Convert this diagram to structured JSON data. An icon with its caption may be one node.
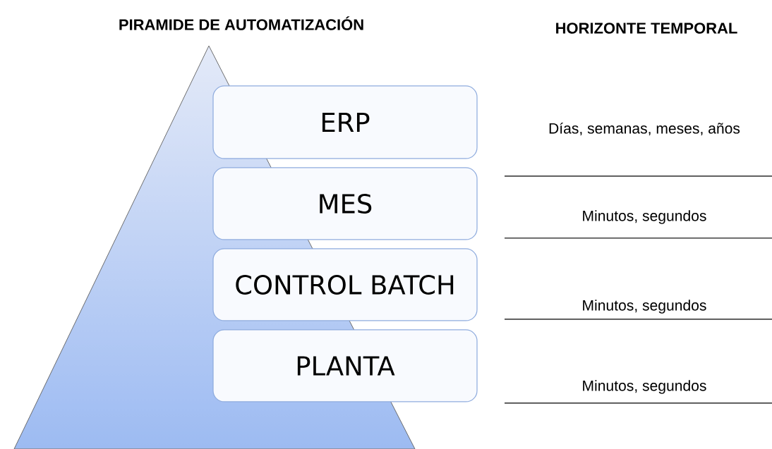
{
  "diagram": {
    "title": "PIRAMIDE DE AUTOMATIZACIÓN",
    "nodes": [
      {
        "text": [
          "ERP"
        ]
      },
      {
        "text": [
          "MES"
        ]
      },
      {
        "text": [
          "CONTROL BATCH"
        ]
      },
      {
        "text": [
          "PLANTA"
        ]
      }
    ],
    "labels": [
      "HORIZONTE TEMPORAL",
      "Días, semanas, meses, años",
      "Minutos, segundos",
      "Minutos, segundos",
      "Minutos, segundos"
    ]
  }
}
